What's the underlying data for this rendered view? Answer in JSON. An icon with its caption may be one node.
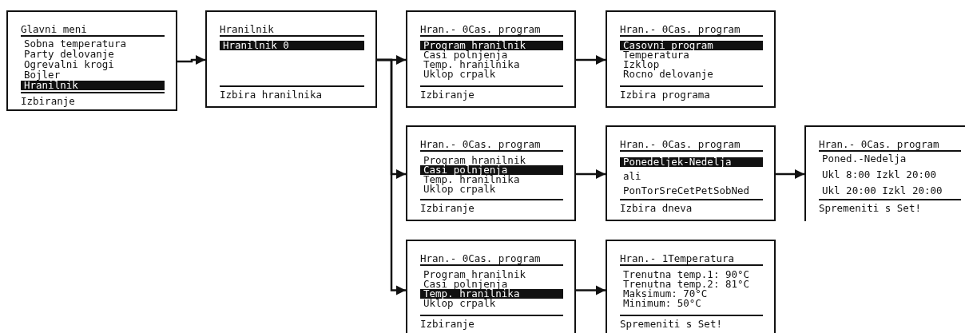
{
  "diagram": {
    "nodes": [
      {
        "text": [
          "Glavni meni",
          "Sobna temperatura",
          "Party delovanje",
          "Ogrevalni krogi",
          "Bojler",
          "Hranilnik",
          "Izbiranje"
        ]
      },
      {
        "text": [
          "Hranilnik",
          "Hranilnik 0",
          "Izbira hranilnika"
        ]
      },
      {
        "text": [
          "Hran.- 0Cas. program",
          "Program hranilnik",
          "Casi polnjenja",
          "Temp. hranilnika",
          "Uklop crpalk",
          "Izbiranje"
        ]
      },
      {
        "text": [
          "Hran.- 0Cas. program",
          "Casovni program",
          "Temperatura",
          "Izklop",
          "Rocno delovanje",
          "Izbira programa"
        ]
      },
      {
        "text": [
          "Hran.- 0Cas. program",
          "Program hranilnik",
          "Casi polnjenja",
          "Temp. hranilnika",
          "Uklop crpalk",
          "Izbiranje"
        ]
      },
      {
        "text": [
          "Hran.- 0Cas. program",
          "Ponedeljek-Nedelja",
          "ali",
          "PonTorSreCetPetSobNed",
          "Izbira dneva"
        ]
      },
      {
        "text": [
          "Hran.- 0Cas. program",
          "Poned.-Nedelja",
          "Ukl 8:00 Izkl 20:00",
          "Ukl 20:00 Izkl 20:00",
          "Spremeniti s Set!"
        ]
      },
      {
        "text": [
          "Hran.- 0Cas. program",
          "Program hranilnik",
          "Casi polnjenja",
          "Temp. hranilnika",
          "Uklop crpalk",
          "Izbiranje"
        ]
      },
      {
        "text": [
          "Hran.- 1Temperatura",
          "Trenutna temp.1: 90°C",
          "Trenutna temp.2: 81°C",
          "Maksimum: 70°C",
          "Minimum: 50°C",
          "Spremeniti s Set!"
        ]
      }
    ],
    "edges": [
      {
        "from": 0,
        "to": 1,
        "arrow": "to"
      },
      {
        "from": 1,
        "to": 2,
        "arrow": "to"
      },
      {
        "from": 1,
        "to": 4,
        "arrow": "to"
      },
      {
        "from": 1,
        "to": 7,
        "arrow": "to"
      },
      {
        "from": 2,
        "to": 3,
        "arrow": "to"
      },
      {
        "from": 4,
        "to": 5,
        "arrow": "to"
      },
      {
        "from": 5,
        "to": 6,
        "arrow": "to"
      },
      {
        "from": 7,
        "to": 8,
        "arrow": "to"
      }
    ]
  }
}
